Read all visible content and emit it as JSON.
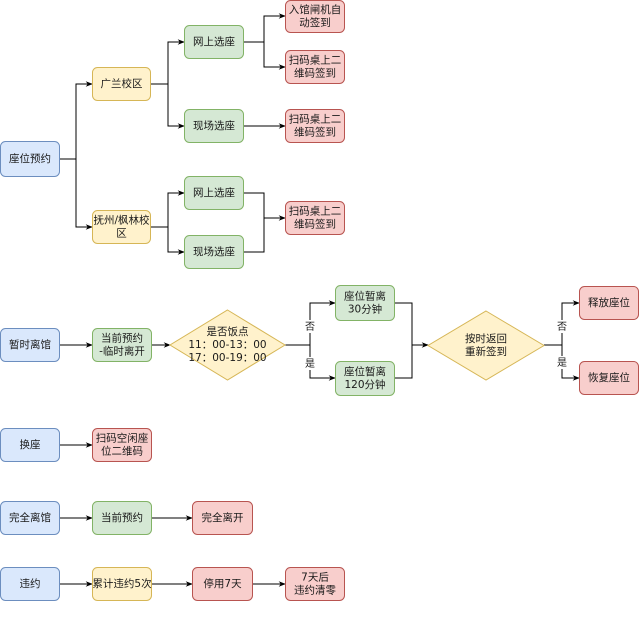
{
  "palette": {
    "blue_fill": "#dae8fc",
    "blue_stroke": "#6c8ebf",
    "yellow_fill": "#fff2cc",
    "yellow_stroke": "#d6b656",
    "green_fill": "#d5e8d4",
    "green_stroke": "#82b366",
    "red_fill": "#f8cecc",
    "red_stroke": "#b85450"
  },
  "nodes": {
    "seat_reservation": [
      "座位预约"
    ],
    "guanglan_campus": [
      "广兰校区"
    ],
    "gl_online_select": [
      "网上选座"
    ],
    "gl_onsite_select": [
      "现场选座"
    ],
    "gate_auto_checkin": [
      "入馆闸机自",
      "动签到"
    ],
    "scan_desk_qr_1": [
      "扫码桌上二",
      "维码签到"
    ],
    "scan_desk_qr_2": [
      "扫码桌上二",
      "维码签到"
    ],
    "fuzhou_fenglin_campus": [
      "抚州/枫林校",
      "区"
    ],
    "fl_online_select": [
      "网上选座"
    ],
    "fl_onsite_select": [
      "现场选座"
    ],
    "scan_desk_qr_3": [
      "扫码桌上二",
      "维码签到"
    ],
    "temp_leave": [
      "暂时离馆"
    ],
    "current_reservation_temp": [
      "当前预约",
      "-临时离开"
    ],
    "meal_time_check": [
      "是否饭点",
      "11：00-13：00",
      "17：00-19：00"
    ],
    "seat_hold_30": [
      "座位暂离",
      "30分钟"
    ],
    "seat_hold_120": [
      "座位暂离",
      "120分钟"
    ],
    "return_on_time": [
      "按时返回",
      "重新签到"
    ],
    "release_seat": [
      "释放座位"
    ],
    "restore_seat": [
      "恢复座位"
    ],
    "change_seat": [
      "换座"
    ],
    "scan_free_seat_qr": [
      "扫码空闲座",
      "位二维码"
    ],
    "fully_leave": [
      "完全离馆"
    ],
    "current_reservation": [
      "当前预约"
    ],
    "fully_leave_result": [
      "完全离开"
    ],
    "violation": [
      "违约"
    ],
    "accumulated_violations": [
      "累计违约5次"
    ],
    "suspend_7_days": [
      "停用7天"
    ],
    "clear_after_7_days": [
      "7天后",
      "违约清零"
    ]
  },
  "edge_labels": {
    "meal_no": "否",
    "meal_yes": "是",
    "return_no": "否",
    "return_yes": "是"
  }
}
